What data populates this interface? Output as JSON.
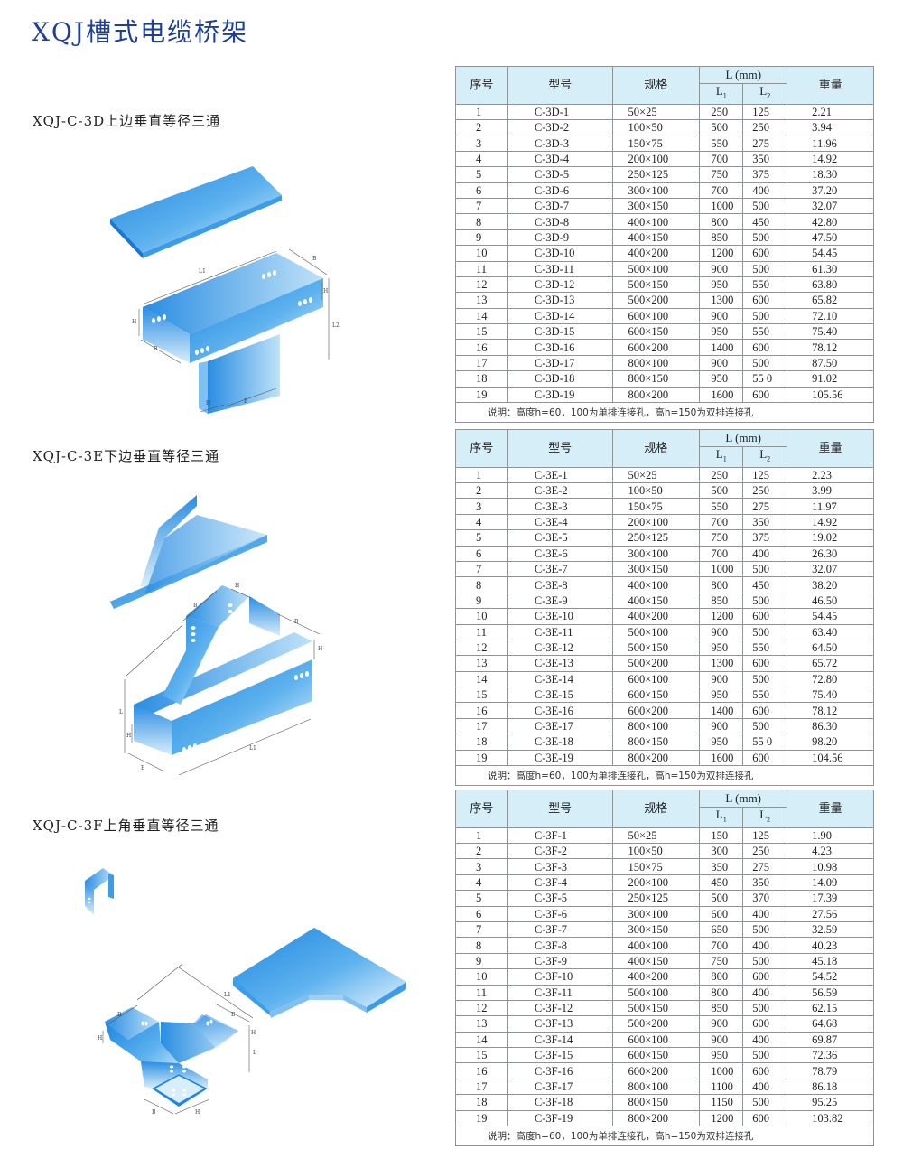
{
  "page": {
    "title": "XQJ槽式电缆桥架"
  },
  "table_headers": {
    "seq": "序号",
    "model": "型号",
    "spec": "规格",
    "length_group": "L (mm)",
    "l1": "L",
    "l1_sub": "1",
    "l2": "L",
    "l2_sub": "2",
    "weight": "重量"
  },
  "colors": {
    "title": "#1b3f9a",
    "header_bg": "#d6eef8",
    "border": "#8f9396",
    "illustration_blue": "#2f8fe0"
  },
  "sections": [
    {
      "label": "XQJ-C-3D上边垂直等径三通",
      "note": "说明：高度h=60，100为单排连接孔，高h=150为双排连接孔",
      "illustration_labels": [
        "L1",
        "B",
        "H",
        "H",
        "L2",
        "B",
        "H",
        "B"
      ],
      "rows": [
        [
          "1",
          "C-3D-1",
          "50×25",
          "250",
          "125",
          "2.21"
        ],
        [
          "2",
          "C-3D-2",
          "100×50",
          "500",
          "250",
          "3.94"
        ],
        [
          "3",
          "C-3D-3",
          "150×75",
          "550",
          "275",
          "11.96"
        ],
        [
          "4",
          "C-3D-4",
          "200×100",
          "700",
          "350",
          "14.92"
        ],
        [
          "5",
          "C-3D-5",
          "250×125",
          "750",
          "375",
          "18.30"
        ],
        [
          "6",
          "C-3D-6",
          "300×100",
          "700",
          "400",
          "37.20"
        ],
        [
          "7",
          "C-3D-7",
          "300×150",
          "1000",
          "500",
          "32.07"
        ],
        [
          "8",
          "C-3D-8",
          "400×100",
          "800",
          "450",
          "42.80"
        ],
        [
          "9",
          "C-3D-9",
          "400×150",
          "850",
          "500",
          "47.50"
        ],
        [
          "10",
          "C-3D-10",
          "400×200",
          "1200",
          "600",
          "54.45"
        ],
        [
          "11",
          "C-3D-11",
          "500×100",
          "900",
          "500",
          "61.30"
        ],
        [
          "12",
          "C-3D-12",
          "500×150",
          "950",
          "550",
          "63.80"
        ],
        [
          "13",
          "C-3D-13",
          "500×200",
          "1300",
          "600",
          "65.82"
        ],
        [
          "14",
          "C-3D-14",
          "600×100",
          "900",
          "500",
          "72.10"
        ],
        [
          "15",
          "C-3D-15",
          "600×150",
          "950",
          "550",
          "75.40"
        ],
        [
          "16",
          "C-3D-16",
          "600×200",
          "1400",
          "600",
          "78.12"
        ],
        [
          "17",
          "C-3D-17",
          "800×100",
          "900",
          "500",
          "87.50"
        ],
        [
          "18",
          "C-3D-18",
          "800×150",
          "950",
          "55 0",
          "91.02"
        ],
        [
          "19",
          "C-3D-19",
          "800×200",
          "1600",
          "600",
          "105.56"
        ]
      ]
    },
    {
      "label": "XQJ-C-3E下边垂直等径三通",
      "note": "说明：高度h=60，100为单排连接孔，高h=150为双排连接孔",
      "illustration_labels": [
        "B",
        "H",
        "B",
        "H",
        "L",
        "H",
        "L1",
        "B"
      ],
      "rows": [
        [
          "1",
          "C-3E-1",
          "50×25",
          "250",
          "125",
          "2.23"
        ],
        [
          "2",
          "C-3E-2",
          "100×50",
          "500",
          "250",
          "3.99"
        ],
        [
          "3",
          "C-3E-3",
          "150×75",
          "550",
          "275",
          "11.97"
        ],
        [
          "4",
          "C-3E-4",
          "200×100",
          "700",
          "350",
          "14.92"
        ],
        [
          "5",
          "C-3E-5",
          "250×125",
          "750",
          "375",
          "19.02"
        ],
        [
          "6",
          "C-3E-6",
          "300×100",
          "700",
          "400",
          "26.30"
        ],
        [
          "7",
          "C-3E-7",
          "300×150",
          "1000",
          "500",
          "32.07"
        ],
        [
          "8",
          "C-3E-8",
          "400×100",
          "800",
          "450",
          "38.20"
        ],
        [
          "9",
          "C-3E-9",
          "400×150",
          "850",
          "500",
          "46.50"
        ],
        [
          "10",
          "C-3E-10",
          "400×200",
          "1200",
          "600",
          "54.45"
        ],
        [
          "11",
          "C-3E-11",
          "500×100",
          "900",
          "500",
          "63.40"
        ],
        [
          "12",
          "C-3E-12",
          "500×150",
          "950",
          "550",
          "64.50"
        ],
        [
          "13",
          "C-3E-13",
          "500×200",
          "1300",
          "600",
          "65.72"
        ],
        [
          "14",
          "C-3E-14",
          "600×100",
          "900",
          "500",
          "72.80"
        ],
        [
          "15",
          "C-3E-15",
          "600×150",
          "950",
          "550",
          "75.40"
        ],
        [
          "16",
          "C-3E-16",
          "600×200",
          "1400",
          "600",
          "78.12"
        ],
        [
          "17",
          "C-3E-17",
          "800×100",
          "900",
          "500",
          "86.30"
        ],
        [
          "18",
          "C-3E-18",
          "800×150",
          "950",
          "55 0",
          "98.20"
        ],
        [
          "19",
          "C-3E-19",
          "800×200",
          "1600",
          "600",
          "104.56"
        ]
      ]
    },
    {
      "label": "XQJ-C-3F上角垂直等径三通",
      "note": "说明：高度h=60，100为单排连接孔，高h=150为双排连接孔",
      "illustration_labels": [
        "L1",
        "B",
        "B",
        "H",
        "H",
        "L",
        "B",
        "H"
      ],
      "rows": [
        [
          "1",
          "C-3F-1",
          "50×25",
          "150",
          "125",
          "1.90"
        ],
        [
          "2",
          "C-3F-2",
          "100×50",
          "300",
          "250",
          "4.23"
        ],
        [
          "3",
          "C-3F-3",
          "150×75",
          "350",
          "275",
          "10.98"
        ],
        [
          "4",
          "C-3F-4",
          "200×100",
          "450",
          "350",
          "14.09"
        ],
        [
          "5",
          "C-3F-5",
          "250×125",
          "500",
          "370",
          "17.39"
        ],
        [
          "6",
          "C-3F-6",
          "300×100",
          "600",
          "400",
          "27.56"
        ],
        [
          "7",
          "C-3F-7",
          "300×150",
          "650",
          "500",
          "32.59"
        ],
        [
          "8",
          "C-3F-8",
          "400×100",
          "700",
          "400",
          "40.23"
        ],
        [
          "9",
          "C-3F-9",
          "400×150",
          "750",
          "500",
          "45.18"
        ],
        [
          "10",
          "C-3F-10",
          "400×200",
          "800",
          "600",
          "54.52"
        ],
        [
          "11",
          "C-3F-11",
          "500×100",
          "800",
          "400",
          "56.59"
        ],
        [
          "12",
          "C-3F-12",
          "500×150",
          "850",
          "500",
          "62.15"
        ],
        [
          "13",
          "C-3F-13",
          "500×200",
          "900",
          "600",
          "64.68"
        ],
        [
          "14",
          "C-3F-14",
          "600×100",
          "900",
          "400",
          "69.87"
        ],
        [
          "15",
          "C-3F-15",
          "600×150",
          "950",
          "500",
          "72.36"
        ],
        [
          "16",
          "C-3F-16",
          "600×200",
          "1000",
          "600",
          "78.79"
        ],
        [
          "17",
          "C-3F-17",
          "800×100",
          "1100",
          "400",
          "86.18"
        ],
        [
          "18",
          "C-3F-18",
          "800×150",
          "1150",
          "500",
          "95.25"
        ],
        [
          "19",
          "C-3F-19",
          "800×200",
          "1200",
          "600",
          "103.82"
        ]
      ]
    }
  ]
}
